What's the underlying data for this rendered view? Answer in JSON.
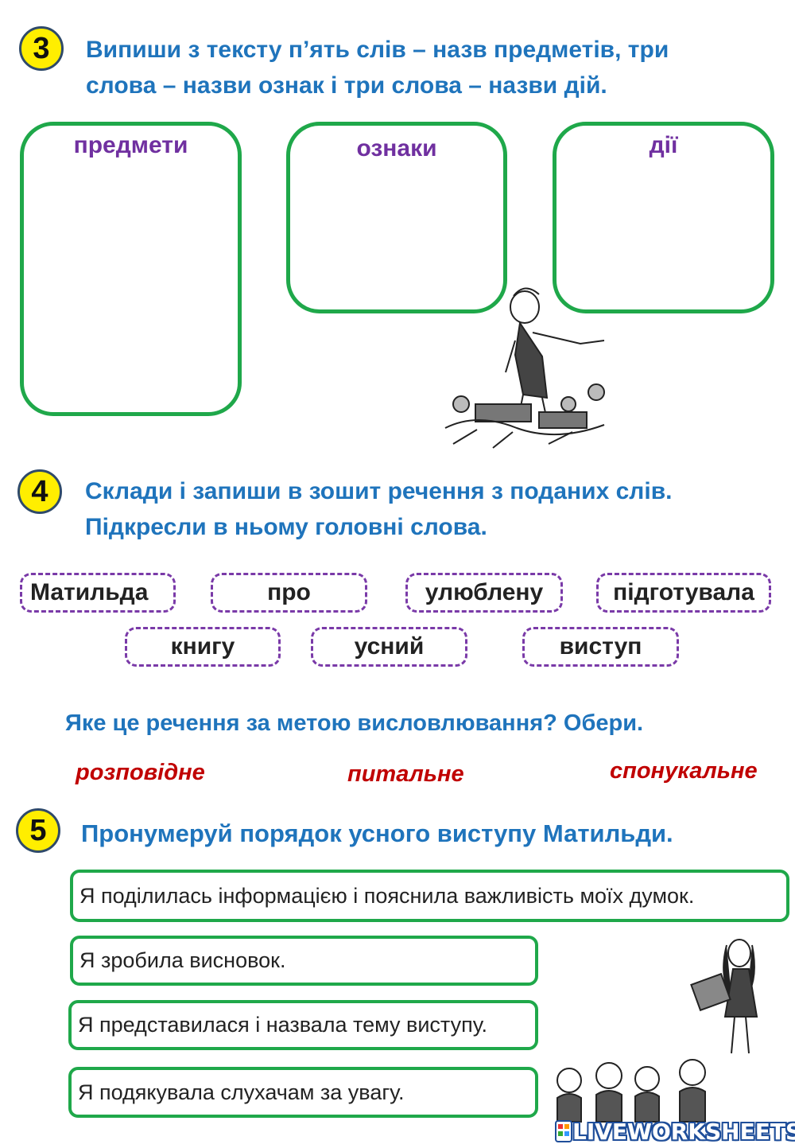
{
  "task3": {
    "number": "3",
    "line1": "Випиши з тексту п’ять слів – назв предметів, три",
    "line2": "слова – назви ознак і три слова – назви дій.",
    "columns": [
      "предмети",
      "ознаки",
      "дії"
    ]
  },
  "task4": {
    "number": "4",
    "line1": "Склади і запиши в зошит речення з поданих слів.",
    "line2": "Підкресли в ньому головні слова.",
    "words_row1": [
      "Матильда",
      "про",
      "улюблену",
      "підготувала"
    ],
    "words_row2": [
      "книгу",
      "усний",
      "виступ"
    ],
    "question": "Яке це речення за метою висловлювання? Обери.",
    "choices": [
      "розповідне",
      "питальне",
      "спонукальне"
    ]
  },
  "task5": {
    "number": "5",
    "instruction": "Пронумеруй порядок усного виступу Матильди.",
    "items": [
      "Я поділилась інформацією і пояснила важливість моїх думок.",
      "Я зробила висновок.",
      "Я представилася і назвала тему виступу.",
      "Я подякувала слухачам за увагу."
    ]
  },
  "logo": {
    "text": "LIVEWORKSHEETS"
  },
  "colors": {
    "heading_blue": "#1f74bc",
    "column_purple": "#7030a0",
    "choice_red": "#c00000",
    "box_green": "#1fa84a",
    "badge_yellow": "#ffee00"
  }
}
